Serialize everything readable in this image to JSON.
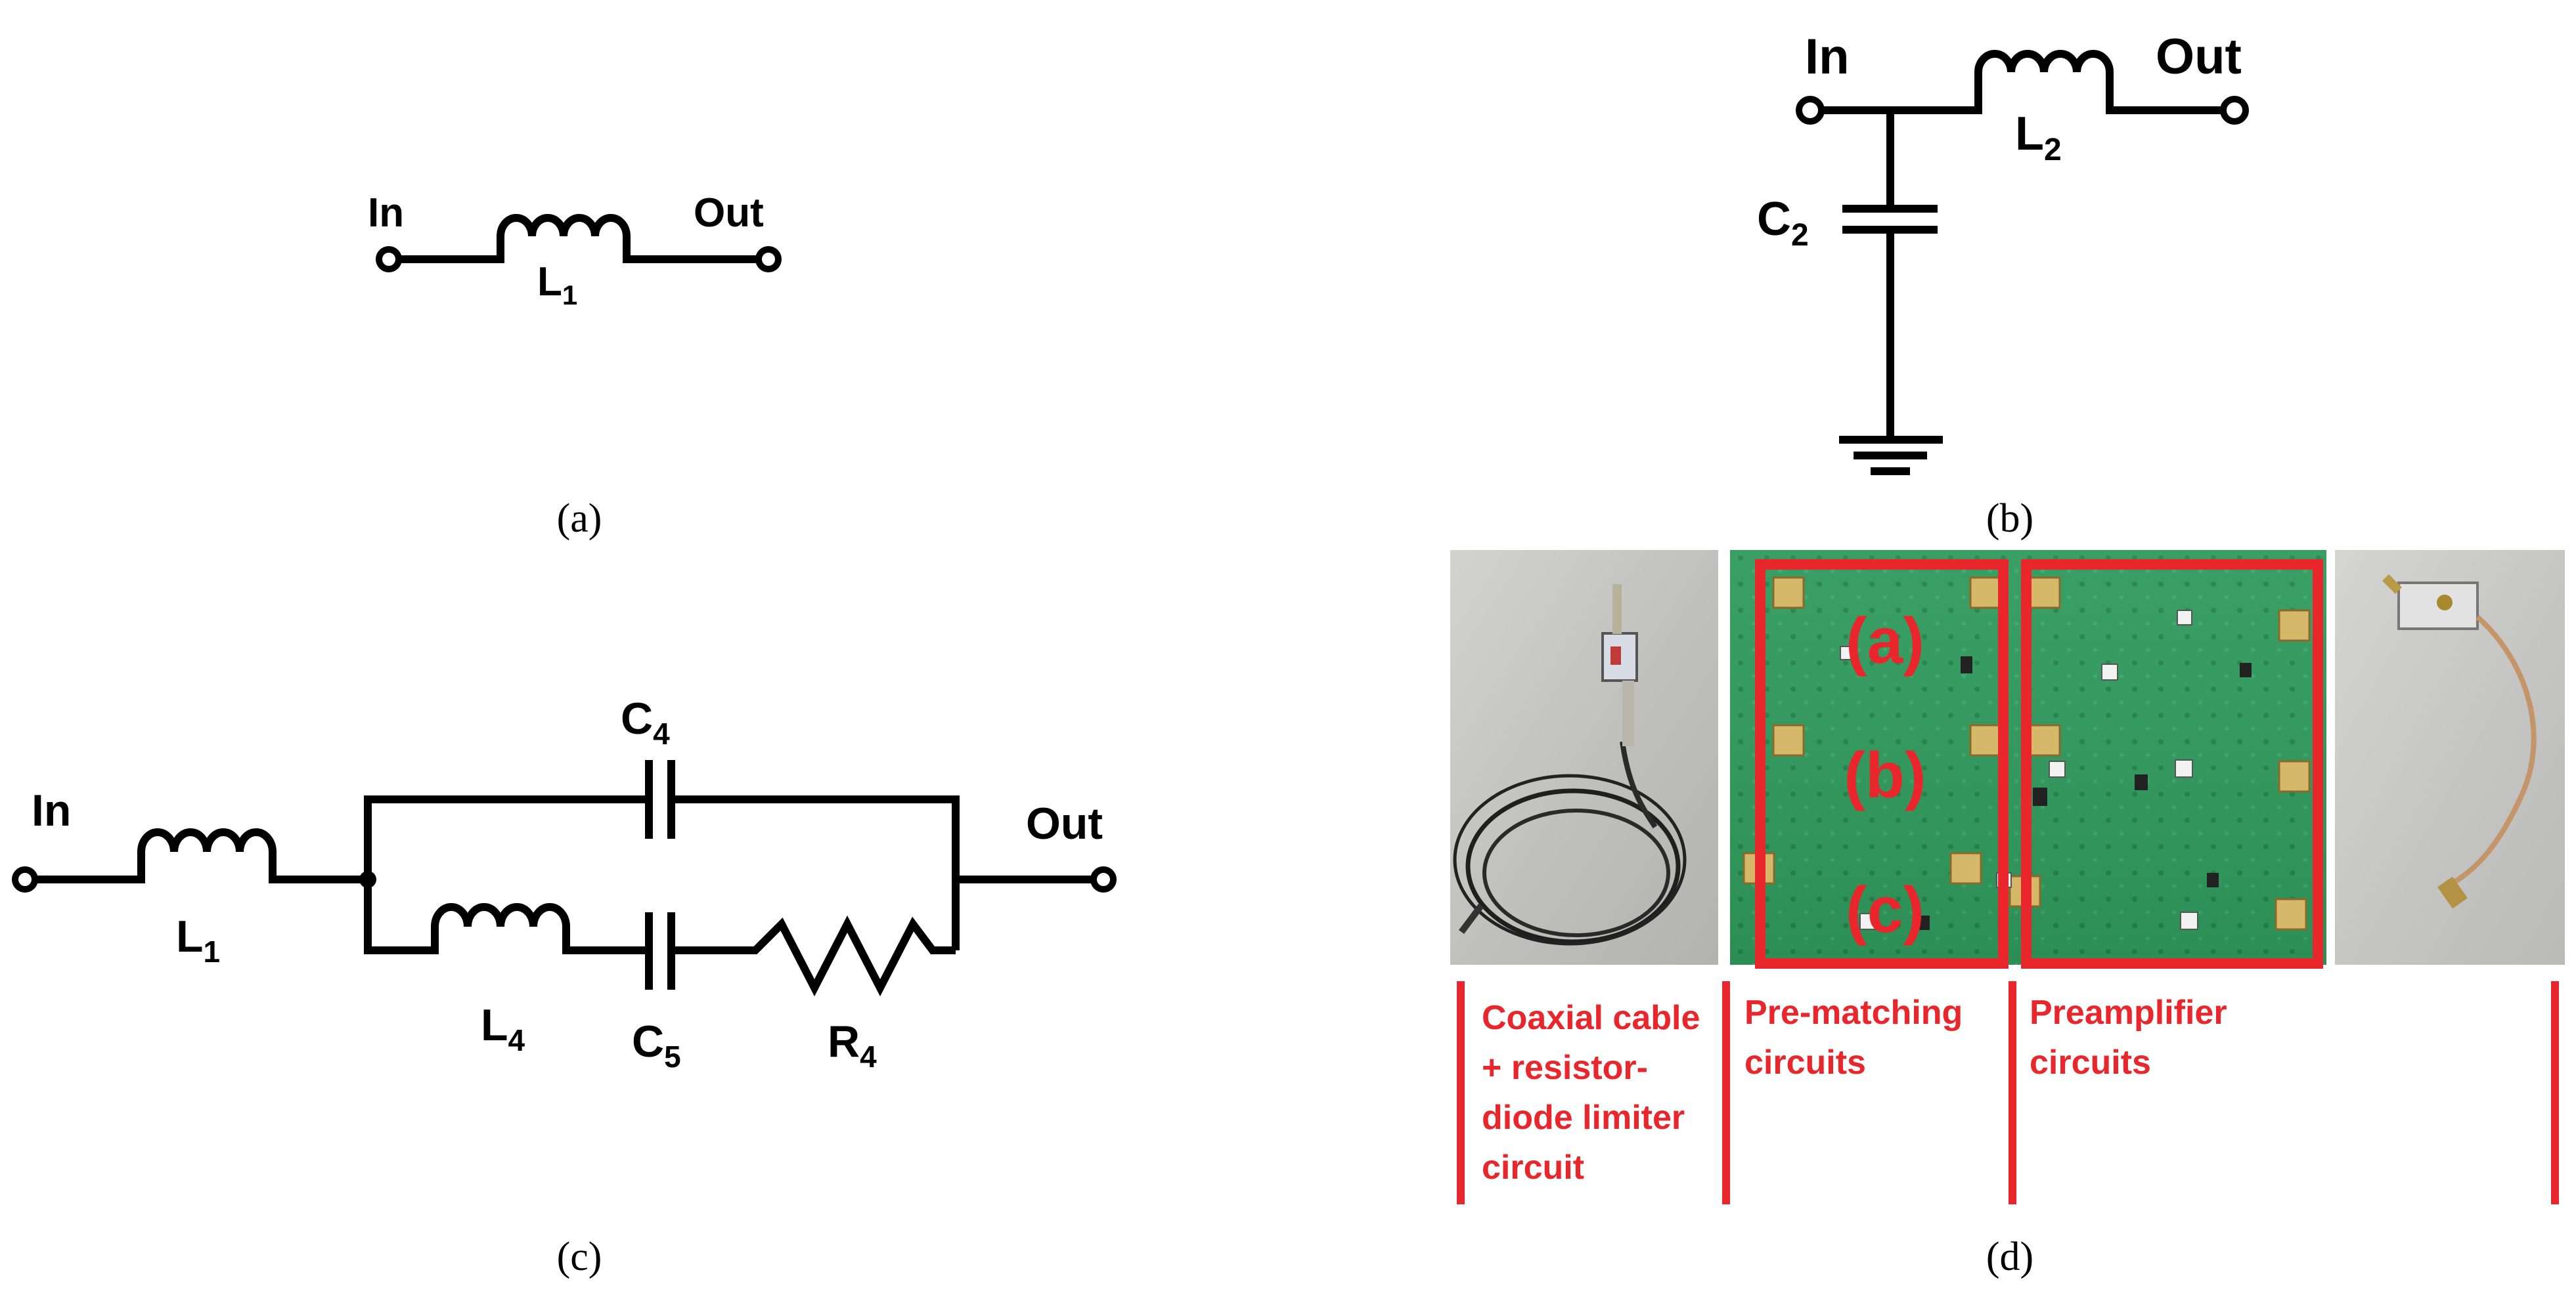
{
  "panels": {
    "a": {
      "caption": "(a)",
      "in_label": "In",
      "out_label": "Out",
      "inductor": {
        "letter": "L",
        "sub": "1"
      }
    },
    "b": {
      "caption": "(b)",
      "in_label": "In",
      "out_label": "Out",
      "inductor": {
        "letter": "L",
        "sub": "2"
      },
      "capacitor": {
        "letter": "C",
        "sub": "2"
      }
    },
    "c": {
      "caption": "(c)",
      "in_label": "In",
      "out_label": "Out",
      "l1": {
        "letter": "L",
        "sub": "1"
      },
      "c4": {
        "letter": "C",
        "sub": "4"
      },
      "l4": {
        "letter": "L",
        "sub": "4"
      },
      "c5": {
        "letter": "C",
        "sub": "5"
      },
      "r4": {
        "letter": "R",
        "sub": "4"
      }
    },
    "d": {
      "caption": "(d)",
      "board_marks": [
        "(a)",
        "(b)",
        "(c)"
      ],
      "sections": [
        {
          "lines": [
            "Coaxial cable",
            "+ resistor-",
            "diode limiter",
            "circuit"
          ]
        },
        {
          "lines": [
            "Pre-matching",
            "circuits"
          ]
        },
        {
          "lines": [
            "Preamplifier",
            "circuits"
          ]
        }
      ]
    }
  },
  "colors": {
    "annotation_red": "#e8262b",
    "pcb_green": "#2f9a5c",
    "photo_gray": "#c9c9c7"
  }
}
